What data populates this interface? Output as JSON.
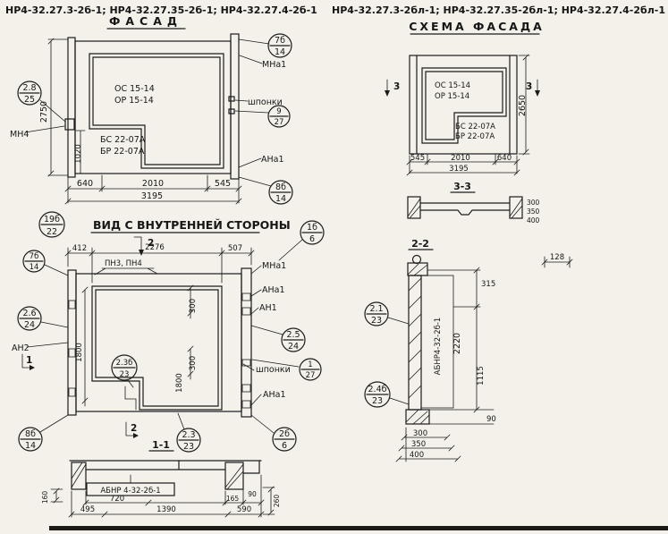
{
  "header": {
    "left_codes": "НР4-32.27.3-2б-1; НР4-32.27.35-2б-1; НР4-32.27.4-2б-1",
    "left_title": "ФАСАД",
    "right_codes": "НР4-32.27.3-2бл-1; НР4-32.27.35-2бл-1; НР4-32.27.4-2бл-1",
    "right_title": "СХЕМА ФАСАДА"
  },
  "facade": {
    "window_mark_1": "ОС 15-14",
    "window_mark_2": "ОР 15-14",
    "door_mark_1": "БС 22-07А",
    "door_mark_2": "БР 22-07А",
    "labels": {
      "shponki": "шпонки",
      "mn4": "МН4",
      "mna1": "МНа1",
      "ana1": "АНа1"
    },
    "callouts": {
      "top_right": {
        "num": "7б",
        "den": "14"
      },
      "left": {
        "num": "2.8",
        "den": "25"
      },
      "bottom_right": {
        "num": "8б",
        "den": "14"
      },
      "shponki": {
        "num": "9",
        "den": "27"
      }
    },
    "dims": {
      "height": "2750",
      "notch_height": "1020",
      "w1": "640",
      "w2": "2010",
      "w3": "545",
      "total": "3195"
    }
  },
  "scheme": {
    "window_mark_1": "ОС 15-14",
    "window_mark_2": "ОР 15-14",
    "door_mark_1": "БС 22-07А",
    "door_mark_2": "БР 22-07А",
    "flag": "3",
    "section_label": "3-3",
    "dims": {
      "height": "2650",
      "w1": "545",
      "w2": "2010",
      "w3": "640",
      "total": "3195",
      "p1": "300",
      "p2": "350",
      "p3": "400"
    }
  },
  "inner": {
    "title": "ВИД С ВНУТРЕННЕЙ СТОРОНЫ",
    "labels": {
      "pn": "ПН3, ПН4",
      "mna1": "МНа1",
      "ana1_top": "АНа1",
      "an1": "АН1",
      "an2": "АН2",
      "shponki": "шпонки",
      "ana1_bottom": "АНа1"
    },
    "flags": {
      "cut1": "1",
      "cut2": "2"
    },
    "callouts": {
      "top_left": {
        "num": "19б",
        "den": "22"
      },
      "top_right": {
        "num": "1б",
        "den": "6"
      },
      "left_upper": {
        "num": "7б",
        "den": "14"
      },
      "left_mid": {
        "num": "2.6",
        "den": "24"
      },
      "right_mid": {
        "num": "2.5",
        "den": "24"
      },
      "shponki": {
        "num": "1",
        "den": "27"
      },
      "inside": {
        "num": "2.3б",
        "den": "23"
      },
      "bottom_left": {
        "num": "8б",
        "den": "14"
      },
      "bottom_mid": {
        "num": "2.3",
        "den": "23"
      },
      "bottom_right": {
        "num": "2б",
        "den": "6"
      }
    },
    "dims": {
      "t1": "412",
      "t2": "2276",
      "t3": "507",
      "v1": "300",
      "v2": "1800",
      "v3": "300",
      "v4": "1800"
    },
    "section_label": "1-1"
  },
  "sec11": {
    "beam_mark": "АБНР 4-32-2б-1",
    "dims": {
      "d160": "160",
      "d495": "495",
      "d720": "720",
      "d1390": "1390",
      "d165": "165",
      "d590": "590",
      "d90": "90",
      "d260": "260"
    }
  },
  "sec22": {
    "title": "2-2",
    "beam_mark": "АБНР4-32-2б-1",
    "callouts": {
      "upper": {
        "num": "2.1",
        "den": "23"
      },
      "lower": {
        "num": "2.4б",
        "den": "23"
      }
    },
    "dims": {
      "d128": "128",
      "d315": "315",
      "d2220": "2220",
      "d1115": "1115",
      "d90": "90",
      "d300": "300",
      "d350": "350",
      "d400": "400"
    }
  }
}
